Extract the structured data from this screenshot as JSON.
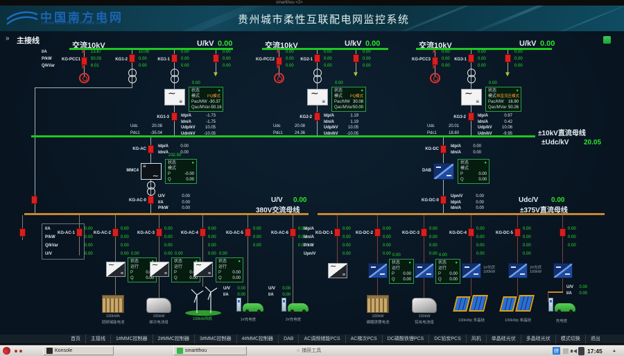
{
  "window": {
    "title": "smartthou <2>"
  },
  "header": {
    "logo_cn": "中国南方电网",
    "logo_en": "CHINA SOUTHERN POWER GRID",
    "title": "贵州城市柔性互联配电网监控系统"
  },
  "nav": {
    "chevron": "»",
    "breadcrumb": "主接线"
  },
  "icons": {
    "disconnector": "✕",
    "arrow_down": "▼",
    "status_dot": "●",
    "tray_circle": "○",
    "tray_arrow": "▲"
  },
  "colors": {
    "accent_green": "#2ce32c",
    "bus_green": "#1fc723",
    "bus_orange": "#c8872e",
    "breaker_red": "#d81e1e"
  },
  "ac_legend": [
    "I/A",
    "P/kW",
    "Q/kVar"
  ],
  "sections": [
    {
      "bus_label": "交流10kV",
      "u_label": "U/kV",
      "u_value": "0.00",
      "pcc": {
        "label": "KG-PCC1",
        "values": [
          "13.87",
          "50.03",
          "6.01"
        ]
      },
      "tx": {
        "label": "KG1-2",
        "values": [
          "10.00",
          "0.00",
          "0.00"
        ]
      },
      "mmc": {
        "label": "KG1-1",
        "values": [
          "0.00",
          "0.00",
          "0.00"
        ]
      },
      "arrow": {
        "values": [
          "0.00",
          "0.00",
          "0.00"
        ]
      },
      "panel": {
        "above": "0.00",
        "status_label": "状态",
        "mode_label": "模式",
        "mode_value": "PQ模式",
        "p_label": "Pac/MW",
        "p_value": "-30.37",
        "q_label": "Qac/MVar",
        "q_value": "-50.16"
      },
      "dc_breaker": "KG1-3",
      "udc": {
        "label": "Udc",
        "value": "20.08"
      },
      "pdc": {
        "label": "Pdc1",
        "value": "-35.04"
      },
      "meas": [
        {
          "l": "Idp/A",
          "v": "-1.73"
        },
        {
          "l": "Idn/A",
          "v": "-1.75"
        },
        {
          "l": "Udp/kV",
          "v": "10.05"
        },
        {
          "l": "Udn/kV",
          "v": "-10.05"
        }
      ]
    },
    {
      "bus_label": "交流10kV",
      "u_label": "U/kV",
      "u_value": "0.00",
      "pcc": {
        "label": "KG-PCC2",
        "values": [
          "0.00",
          "0.00",
          "0.00"
        ]
      },
      "mmc": {
        "label": "KG2-1",
        "values": [
          "0.00",
          "0.00",
          "0.00"
        ]
      },
      "arrow": {
        "values": [
          "0.00",
          "0.00",
          "0.00"
        ]
      },
      "panel": {
        "above": "0.00",
        "status_label": "状态",
        "mode_label": "模式",
        "mode_value": "PQ模式",
        "p_label": "Pac/MW",
        "p_value": "30.08",
        "q_label": "Qac/MVar",
        "q_value": "50.00"
      },
      "dc_breaker": "KG2-2",
      "udc": {
        "label": "Udc",
        "value": "20.08"
      },
      "pdc": {
        "label": "Pdc1",
        "value": "24.36"
      },
      "meas": [
        {
          "l": "Idp/A",
          "v": "1.19"
        },
        {
          "l": "Idn/A",
          "v": "1.19"
        },
        {
          "l": "Udp/kV",
          "v": "10.05"
        },
        {
          "l": "Udn/kV",
          "v": "-10.05"
        }
      ]
    },
    {
      "bus_label": "交流10kV",
      "u_label": "U/kV",
      "u_value": "0.00",
      "pcc": {
        "label": "KG-PCC3",
        "values": [
          "0.00",
          "0.00",
          "0.00"
        ]
      },
      "mmc": {
        "label": "KG3-1",
        "values": [
          "0.00",
          "0.00",
          "0.00"
        ]
      },
      "arrow": {
        "values": [
          "0.00",
          "0.00",
          "0.00"
        ]
      },
      "panel": {
        "above": "0.00",
        "status_label": "状态",
        "mode_label": "模式",
        "mode_value": "恒直流压模式",
        "p_label": "Pac/MW",
        "p_value": "16.90",
        "q_label": "Qac/MVar",
        "q_value": "50.26"
      },
      "dc_breaker": "KG3-2",
      "udc": {
        "label": "Udc",
        "value": "20.01"
      },
      "pdc": {
        "label": "Pdc1",
        "value": "18.60"
      },
      "meas": [
        {
          "l": "Idp/A",
          "v": "0.97"
        },
        {
          "l": "Idn/A",
          "v": "0.42"
        },
        {
          "l": "Udp/kV",
          "v": "10.06"
        },
        {
          "l": "Udn/kV",
          "v": "-9.95"
        }
      ]
    }
  ],
  "dc_bus": {
    "label": "±10kV直流母线",
    "u_label": "±Udc/kV",
    "u_value": "20.05"
  },
  "mmc4": {
    "top_breaker": "KG-AC",
    "top_meas": [
      {
        "l": "Idp/A",
        "v": "0.00"
      },
      {
        "l": "Idn/A",
        "v": "0.00"
      }
    ],
    "conv_label": "MMC4",
    "panel": {
      "above": "232.50",
      "status_label": "状态",
      "mode_label": "模式",
      "mode_value": "",
      "p_label": "P",
      "p_value": "-0.00",
      "q_label": "Q",
      "q_value": "0.00"
    },
    "bottom_breaker": "KG-AC-0",
    "bottom_meas": [
      {
        "l": "U/V",
        "v": "0.00"
      },
      {
        "l": "I/A",
        "v": "0.00"
      },
      {
        "l": "P/kW",
        "v": "0.00"
      }
    ]
  },
  "dab": {
    "top_breaker": "KG-DC",
    "top_meas": [
      {
        "l": "Idp/A",
        "v": "0.00"
      },
      {
        "l": "Idn/A",
        "v": "0.00"
      }
    ],
    "conv_label": "DAB",
    "panel": {
      "status_label": "状态",
      "mode_label": "模式",
      "mode_value": "",
      "p_label": "P",
      "p_value": "0.00",
      "q_label": "Q",
      "q_value": "0.00"
    },
    "bottom_breaker": "KG-DC-0",
    "bottom_meas": [
      {
        "l": "Upn/V",
        "v": "0.00"
      },
      {
        "l": "Idp/A",
        "v": "0.00"
      },
      {
        "l": "Idn/A",
        "v": "0.00"
      }
    ]
  },
  "ac380": {
    "u_label": "U/V",
    "u_value": "0.00",
    "bus_label": "380V交流母线",
    "legend": [
      "I/A",
      "P/kW",
      "Q/kVar",
      "U/V"
    ],
    "panel_labels": {
      "status": "状态",
      "run": "运行",
      "p": "P",
      "q": "Q"
    },
    "feeders": [
      {
        "label": "KG-AC-1",
        "values": [
          "0.00",
          "0.00",
          "0.00",
          "0.00"
        ]
      },
      {
        "label": "KG-AC-2",
        "values": [
          "0.00",
          "0.00",
          "0.00",
          "0.00"
        ],
        "panel": {
          "above": "0.00",
          "p_value": "0.00",
          "q_value": "0.00"
        },
        "load": {
          "cap": "100kWh",
          "name": "调频储能电池"
        }
      },
      {
        "label": "KG-AC-3",
        "values": [
          "0.00",
          "0.00",
          "0.00",
          "0.00"
        ],
        "panel": {
          "above": "0.00",
          "p_value": "0.00",
          "q_value": "0.00"
        },
        "load": {
          "cap": "150kW",
          "name": "梯次电池组"
        }
      },
      {
        "label": "KG-AC-4",
        "values": [
          "0.00",
          "0.00",
          "0.00",
          "0.00"
        ],
        "panel": {
          "above": "0.00",
          "p_value": "0.00",
          "q_value": "0.00"
        },
        "load": {
          "name": "100kW风机"
        }
      },
      {
        "label": "KG-AC-5",
        "values": [
          "0.00",
          "0.00",
          "0.00"
        ],
        "ev": [
          {
            "l": "U/V",
            "v": "0.00"
          },
          {
            "l": "I/A",
            "v": "0.00"
          }
        ],
        "load": {
          "name": "1#充电桩"
        }
      },
      {
        "label": "KG-AC-6",
        "values": [
          "0.00",
          "0.00",
          "0.00"
        ],
        "ev": [
          {
            "l": "U/V",
            "v": "0.00"
          },
          {
            "l": "I/A",
            "v": "0.00"
          }
        ],
        "load": {
          "name": "2#充电桩"
        }
      }
    ]
  },
  "dc375": {
    "u_label": "Udc/V",
    "u_value": "0.00",
    "bus_label": "±375V直流母线",
    "legend": [
      "Idp/A",
      "Idn/A",
      "P/kW",
      "Upn/V"
    ],
    "feeders": [
      {
        "label": "KG-DC-1",
        "values": [
          "0.00",
          "0.00",
          "0.00",
          "0.00"
        ]
      },
      {
        "label": "KG-DC-2",
        "values": [
          "0.00",
          "0.00",
          "0.00",
          "0.00"
        ],
        "panel": {
          "above": "0.00",
          "p_value": "0.00",
          "q_value": "0.00"
        },
        "load": {
          "cap": "100kW",
          "name": "磷酸铁锂电池"
        }
      },
      {
        "label": "KG-DC-3",
        "values": [
          "0.00",
          "0.00",
          "0.00",
          "0.00"
        ],
        "panel": {
          "above": "0.00",
          "p_value": "0.00",
          "q_value": "0.00"
        },
        "load": {
          "cap": "150kW",
          "name": "铅炭电池组"
        }
      },
      {
        "label": "KG-DC-4",
        "values": [
          "0.00",
          "0.00",
          "0.00",
          "0.00"
        ],
        "conv_text": [
          "1#光伏",
          "100kW"
        ],
        "load": {
          "name": "100kWp 多晶硅"
        }
      },
      {
        "label": "KG-DC-5",
        "values": [
          "0.00",
          "0.00",
          "0.00",
          "0.00"
        ],
        "conv_text": [
          "2#光伏",
          "100kW"
        ],
        "load": {
          "name": "100kWp 单晶硅"
        }
      },
      {
        "label": "",
        "values": [
          "0.00",
          "0.00",
          "0.00"
        ],
        "ev": [
          {
            "l": "U/V",
            "v": "0.00"
          },
          {
            "l": "I/A",
            "v": "0.00"
          }
        ],
        "load": {
          "name": "充电桩"
        }
      }
    ]
  },
  "toolbar": {
    "items": [
      "首页",
      "主接线",
      "1#MMC控制器",
      "2#MMC控制器",
      "3#MMC控制器",
      "4#MMC控制器",
      "DAB",
      "AC调频储能PCS",
      "AC梯次PCS",
      "DC磷酸铁锂PCS",
      "DC铅炭PCS",
      "风机",
      "单晶硅光伏",
      "多晶硅光伏",
      "模式切换",
      "退出"
    ]
  },
  "taskbar": {
    "konsole": "Konsole",
    "app": "smartthou",
    "capture": "捕获工具",
    "ime": "拼",
    "clock": "17:45"
  }
}
